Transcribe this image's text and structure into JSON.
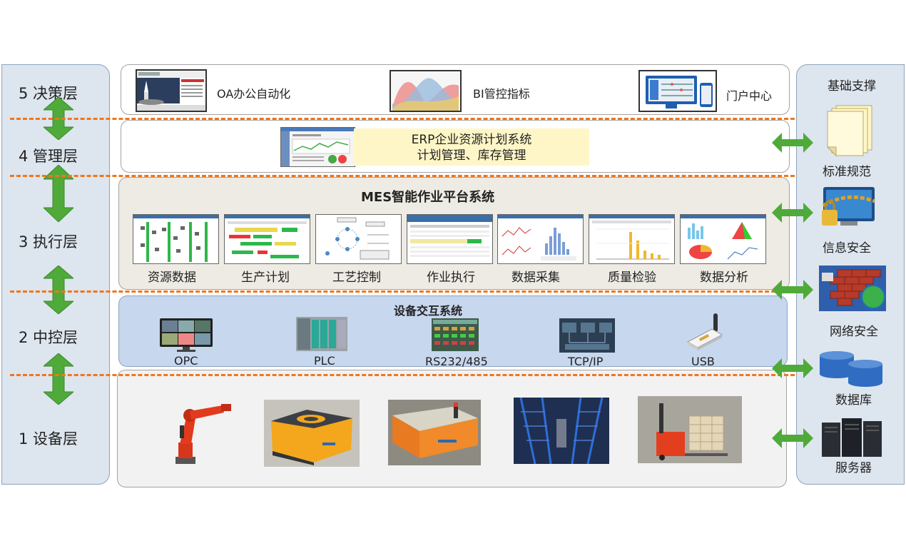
{
  "left_layers": [
    {
      "label": "5 决策层"
    },
    {
      "label": "4  管理层"
    },
    {
      "label": "3  执行层"
    },
    {
      "label": "2  中控层"
    },
    {
      "label": "1  设备层"
    }
  ],
  "decision": {
    "items": [
      {
        "label": "OA办公自动化"
      },
      {
        "label": "BI管控指标"
      },
      {
        "label": "门户中心"
      }
    ]
  },
  "management": {
    "title": "ERP企业资源计划系统",
    "subtitle": "计划管理、库存管理"
  },
  "execution": {
    "title": "MES智能作业平台系统",
    "modules": [
      {
        "label": "资源数据"
      },
      {
        "label": "生产计划"
      },
      {
        "label": "工艺控制"
      },
      {
        "label": "作业执行"
      },
      {
        "label": "数据采集"
      },
      {
        "label": "质量检验"
      },
      {
        "label": "数据分析"
      }
    ]
  },
  "control": {
    "title": "设备交互系统",
    "interfaces": [
      {
        "label": "OPC"
      },
      {
        "label": "PLC"
      },
      {
        "label": "RS232/485"
      },
      {
        "label": "TCP/IP"
      },
      {
        "label": "USB"
      }
    ]
  },
  "equipment": {
    "items": [
      {
        "icon": "industrial-robot-arm"
      },
      {
        "icon": "yellow-agv"
      },
      {
        "icon": "conveyor-cart"
      },
      {
        "icon": "warehouse-racks"
      },
      {
        "icon": "pallet-stacker"
      }
    ]
  },
  "support": {
    "title": "基础支撑",
    "items": [
      {
        "label": "标准规范",
        "icon": "documents-icon"
      },
      {
        "label": "信息安全",
        "icon": "padlock-chain-icon"
      },
      {
        "label": "网络安全",
        "icon": "firewall-globe-icon"
      },
      {
        "label": "数据库",
        "icon": "database-icon"
      },
      {
        "label": "服务器",
        "icon": "server-icon"
      }
    ]
  },
  "colors": {
    "arrow_green": "#4faa3a",
    "dash_orange": "#f0761c",
    "panel_blue": "#dde5ee",
    "control_band": "#c7d7ee",
    "execution_band": "#edebe3",
    "erp_highlight": "#fef6c7"
  }
}
